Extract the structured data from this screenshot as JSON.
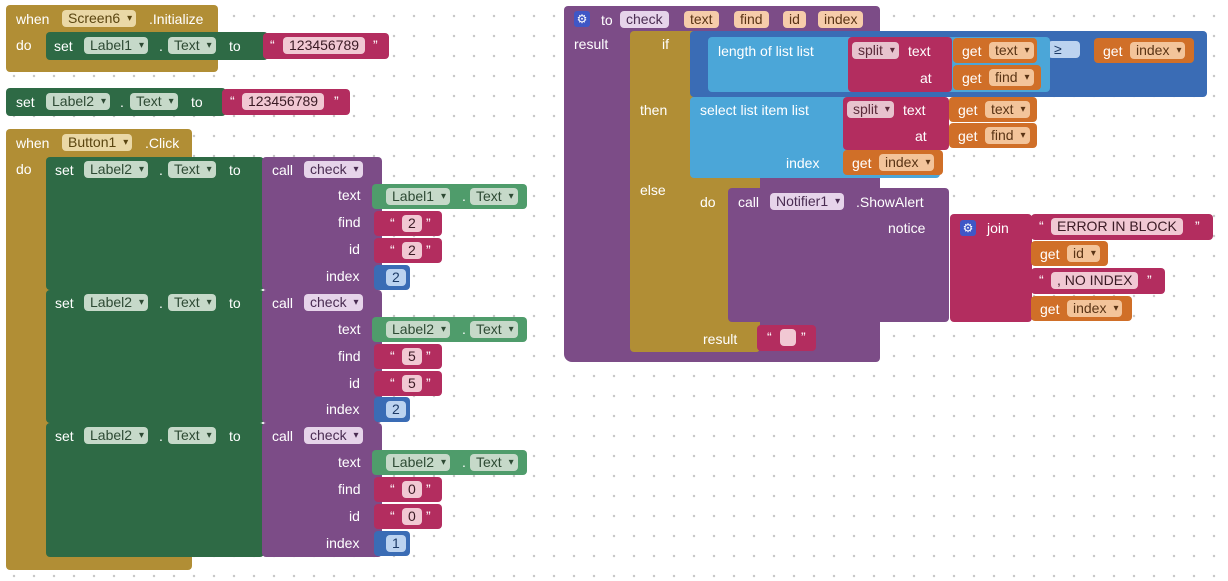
{
  "blocks": {
    "screen_init": {
      "when": "when",
      "component": "Screen6",
      "event": ".Initialize",
      "do": "do",
      "set": "set",
      "target": "Label1",
      "prop": "Text",
      "to": "to",
      "value": "123456789"
    },
    "loose_set": {
      "set": "set",
      "target": "Label2",
      "prop": "Text",
      "to": "to",
      "value": "123456789"
    },
    "button_click": {
      "when": "when",
      "component": "Button1",
      "event": ".Click",
      "do": "do",
      "calls": [
        {
          "set": "set",
          "target": "Label2",
          "prop": "Text",
          "to": "to",
          "call": "call",
          "proc": "check",
          "text_label": "text",
          "find_label": "find",
          "id_label": "id",
          "index_label": "index",
          "arg_text_comp": "Label1",
          "arg_text_prop": "Text",
          "arg_find": "2",
          "arg_id": "2",
          "arg_index": "2"
        },
        {
          "set": "set",
          "target": "Label2",
          "prop": "Text",
          "to": "to",
          "call": "call",
          "proc": "check",
          "text_label": "text",
          "find_label": "find",
          "id_label": "id",
          "index_label": "index",
          "arg_text_comp": "Label2",
          "arg_text_prop": "Text",
          "arg_find": "5",
          "arg_id": "5",
          "arg_index": "2"
        },
        {
          "set": "set",
          "target": "Label2",
          "prop": "Text",
          "to": "to",
          "call": "call",
          "proc": "check",
          "text_label": "text",
          "find_label": "find",
          "id_label": "id",
          "index_label": "index",
          "arg_text_comp": "Label2",
          "arg_text_prop": "Text",
          "arg_find": "0",
          "arg_id": "0",
          "arg_index": "1"
        }
      ]
    },
    "procedure": {
      "to": "to",
      "name": "check",
      "params": [
        "text",
        "find",
        "id",
        "index"
      ],
      "result": "result",
      "if": "if",
      "then": "then",
      "else": "else",
      "do": "do",
      "length_of_list": "length of list  list",
      "split": "split",
      "text": "text",
      "at": "at",
      "get": "get",
      "get_text": "text",
      "get_find": "find",
      "get_index": "index",
      "get_id": "id",
      "compare": "≥",
      "select_list_item": "select list item  list",
      "index_label": "index",
      "call": "call",
      "notifier": "Notifier1",
      "show_alert": ".ShowAlert",
      "notice": "notice",
      "join": "join",
      "err1": "ERROR IN BLOCK",
      "err2": ", NO INDEX",
      "inner_result": "result",
      "empty_string": ""
    }
  },
  "icons": {
    "gear": "gear-icon"
  },
  "colors": {
    "event": "#b18e35",
    "setter": "#2e6a45",
    "procedure": "#7c4c87",
    "text": "#b32d5f",
    "variable": "#d06f28",
    "list": "#4ba6d8",
    "math": "#3a6cb5"
  }
}
